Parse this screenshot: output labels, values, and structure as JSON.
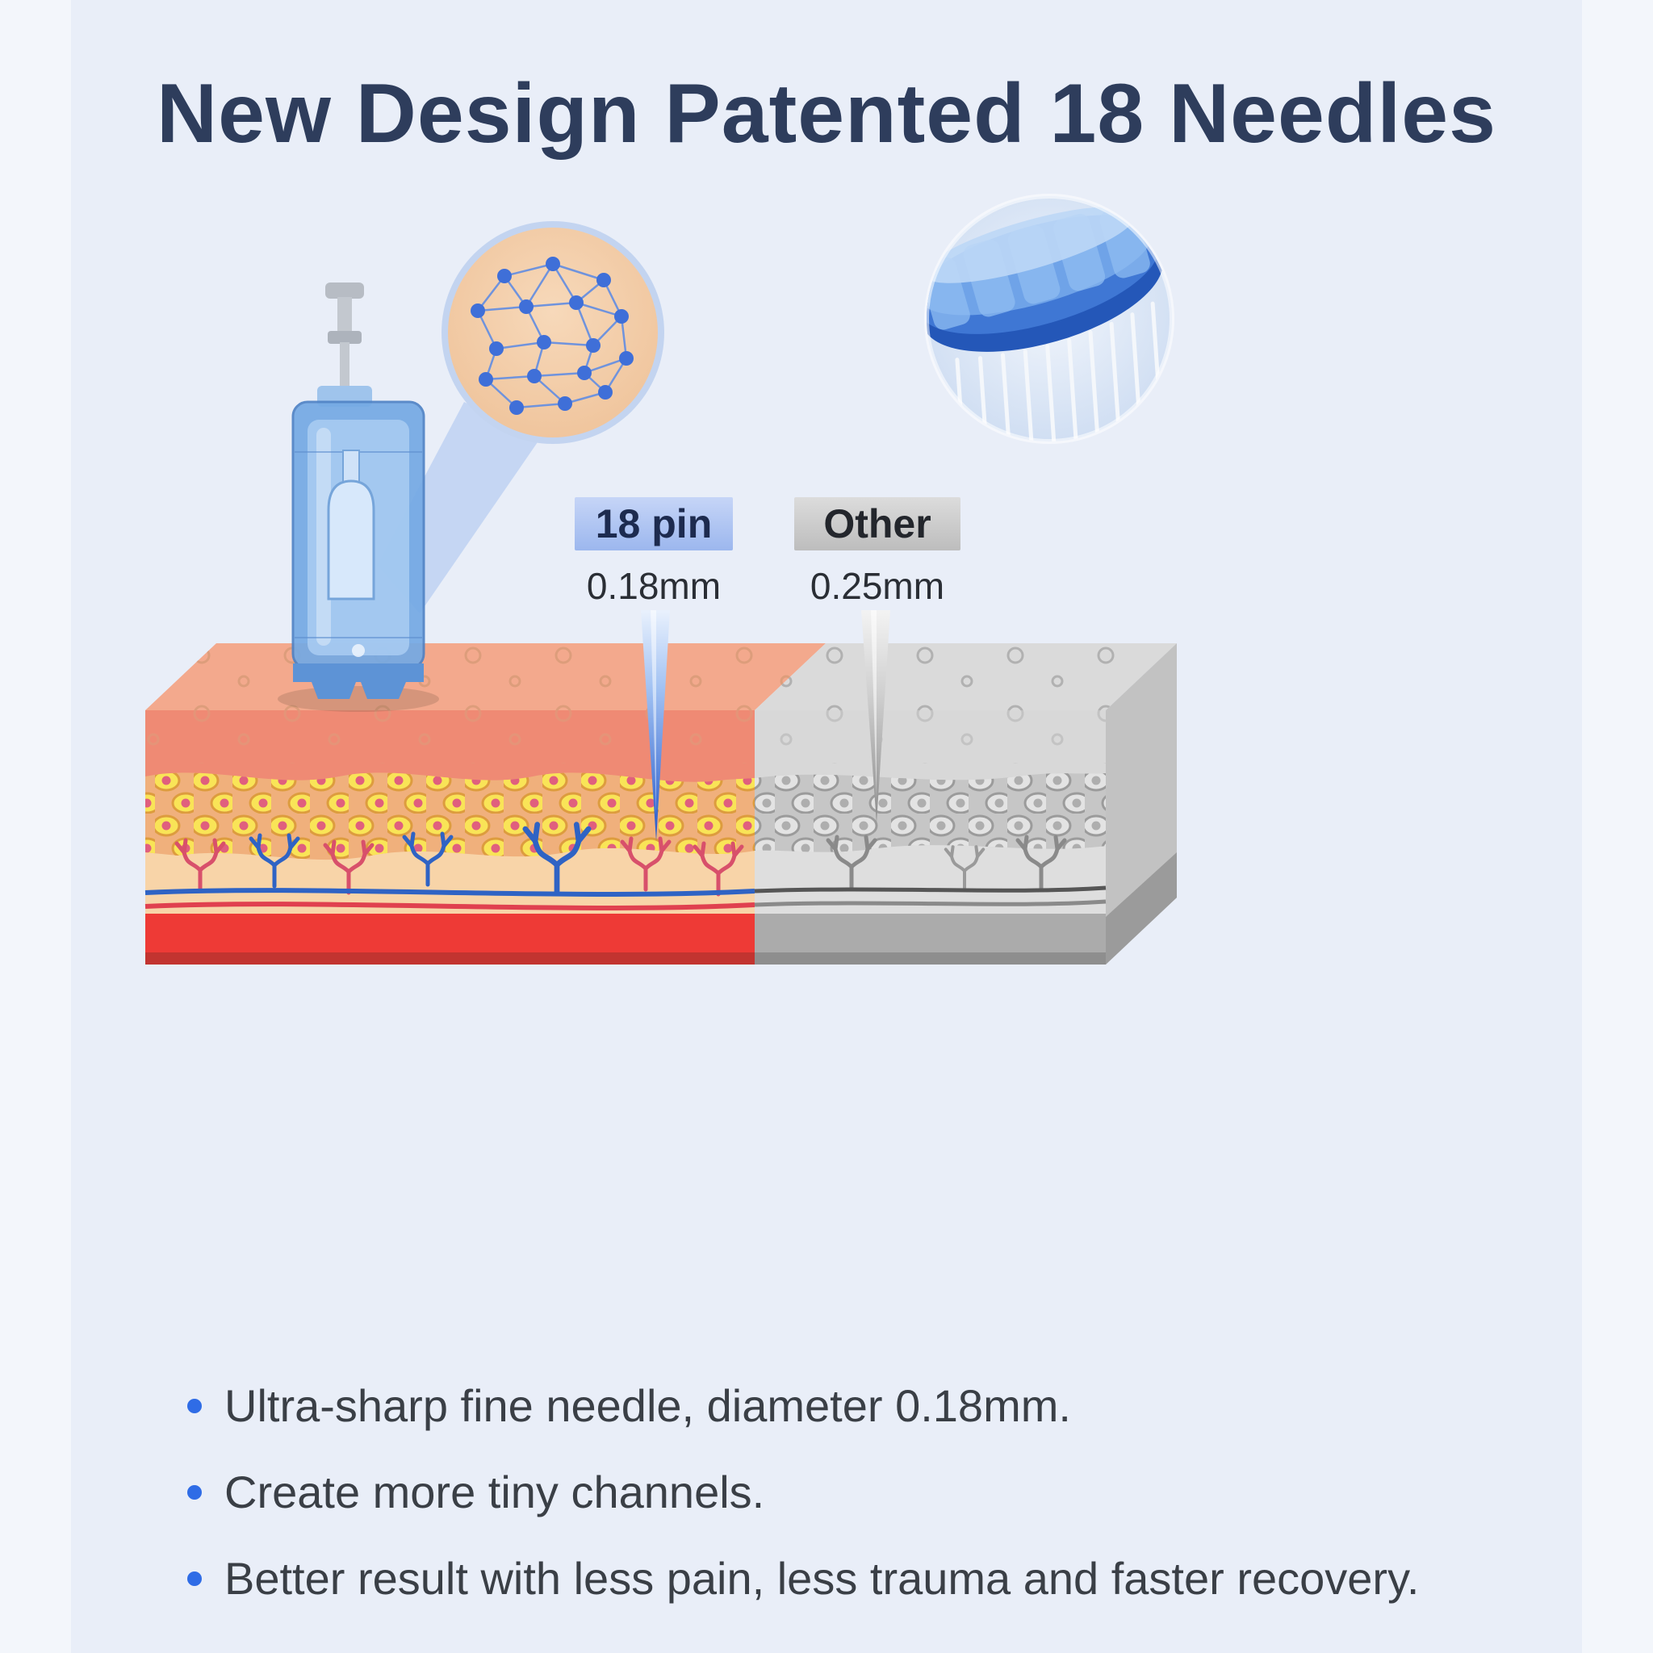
{
  "title": "New Design Patented 18 Needles",
  "comparison": {
    "pin18": {
      "label": "18 pin",
      "diameter": "0.18mm"
    },
    "other": {
      "label": "Other",
      "diameter": "0.25mm"
    }
  },
  "bullets": {
    "items": [
      "Ultra-sharp fine needle, diameter 0.18mm.",
      "Create more tiny channels.",
      "Better result with less pain, less trauma and faster recovery."
    ]
  },
  "icons": {
    "device": "microneedle-pen-cartridge",
    "magnifier": "needle-channel-dot-network",
    "photo": "18-pin-needle-cartridge-closeup",
    "skin": "skin-cross-section-comparison"
  },
  "colors": {
    "background": "#e9eef8",
    "title": "#2e3d5c",
    "accent_blue": "#2f6ce6",
    "badge_pin": "#aec4f3",
    "badge_other": "#c9c9c9",
    "skin_colored": "#f8d4a8",
    "skin_gray": "#dedede",
    "bottom_band_red": "#ee3a36"
  }
}
